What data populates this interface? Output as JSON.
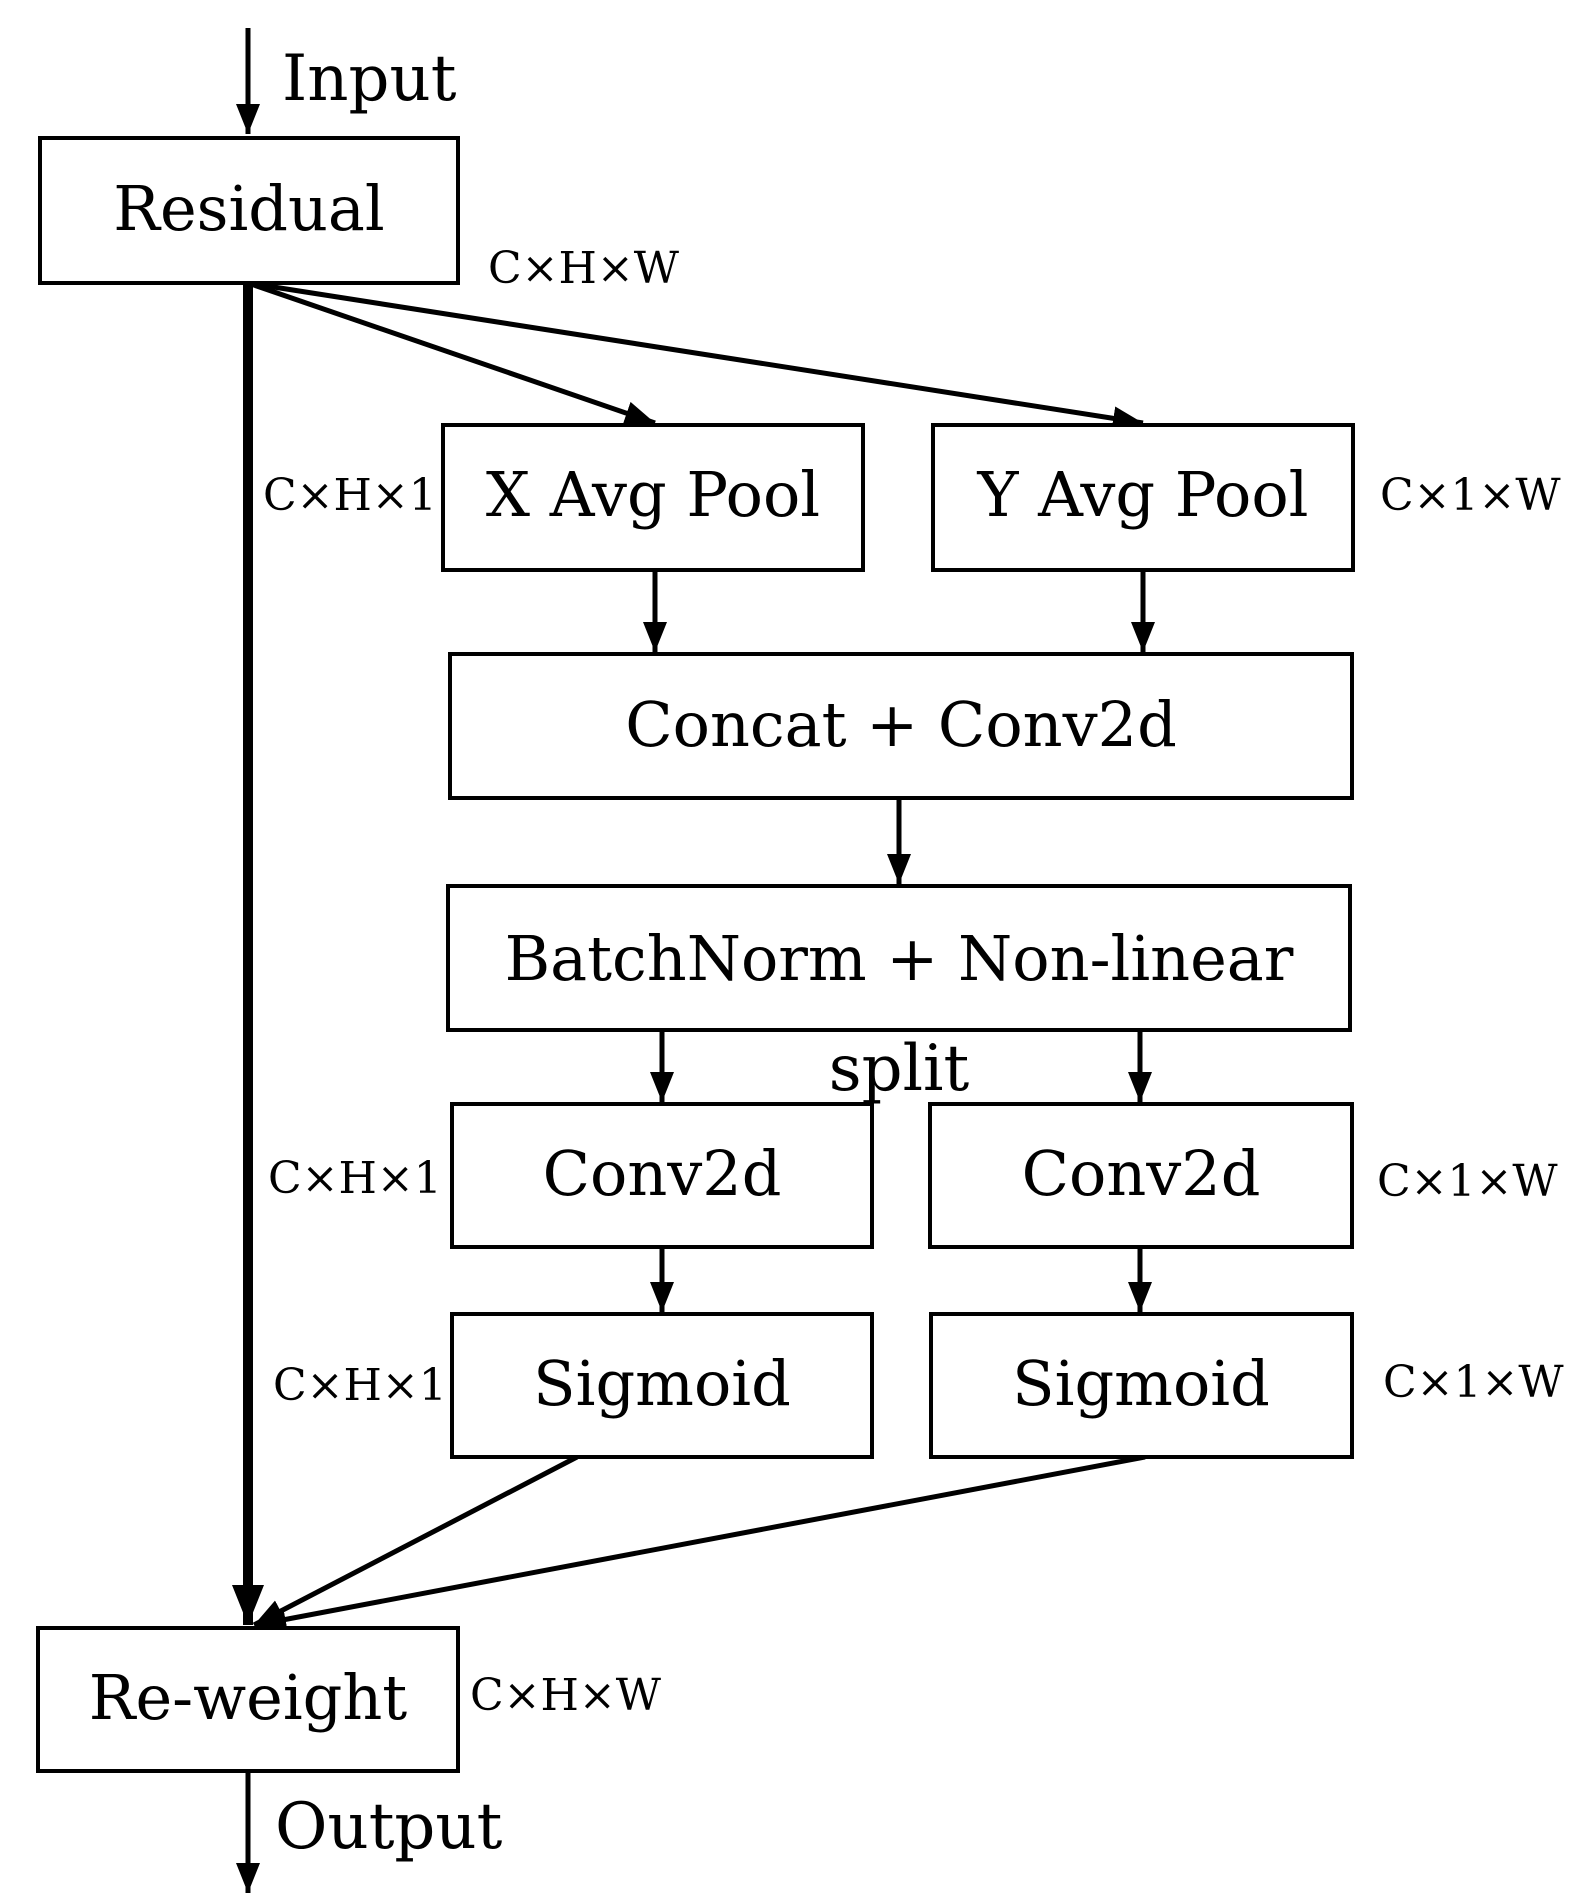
{
  "diagram": {
    "input_label": "Input",
    "output_label": "Output",
    "split_label": "split",
    "boxes": {
      "residual": "Residual",
      "x_avg_pool": "X Avg Pool",
      "y_avg_pool": "Y Avg Pool",
      "concat_conv": "Concat + Conv2d",
      "batchnorm": "BatchNorm + Non-linear",
      "conv2d_left": "Conv2d",
      "conv2d_right": "Conv2d",
      "sigmoid_left": "Sigmoid",
      "sigmoid_right": "Sigmoid",
      "reweight": "Re-weight"
    },
    "dims": {
      "residual_out": "C×H×W",
      "x_pool": "C×H×1",
      "y_pool": "C×1×W",
      "conv_left": "C×H×1",
      "conv_right": "C×1×W",
      "sigmoid_left": "C×H×1",
      "sigmoid_right": "C×1×W",
      "reweight_out": "C×H×W"
    },
    "colors": {
      "stroke": "#000000",
      "background": "#ffffff"
    }
  }
}
